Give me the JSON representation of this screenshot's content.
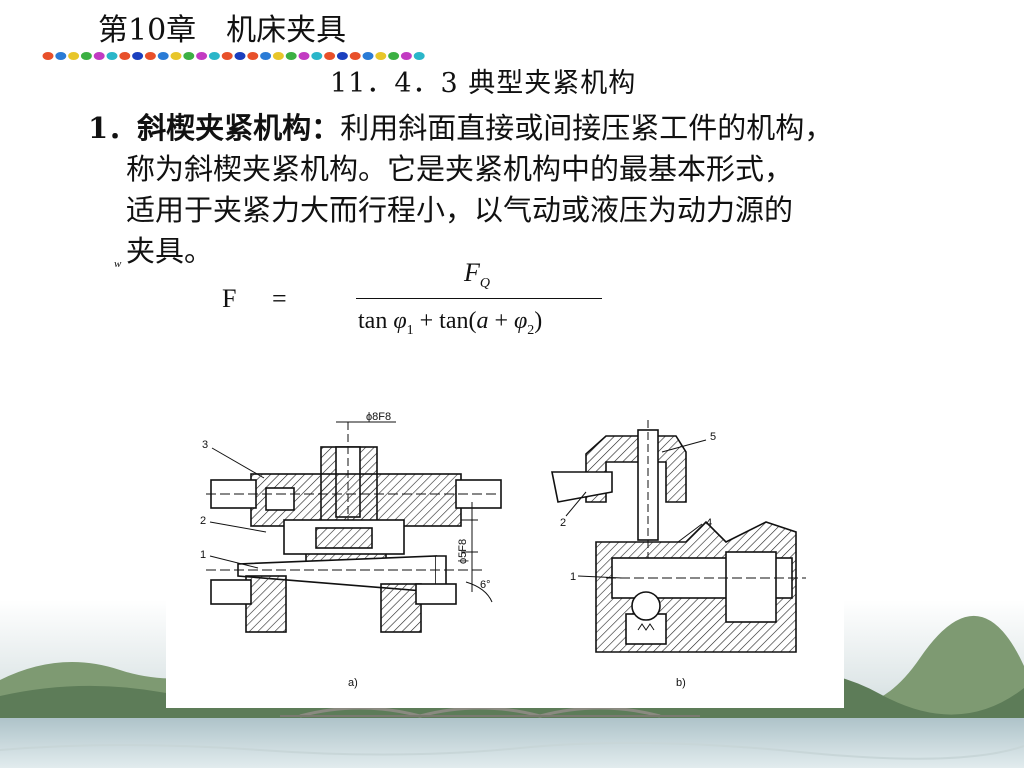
{
  "header": {
    "chapter": "第10章　机床夹具",
    "section_title": "11．4．3 典型夹紧机构"
  },
  "paragraph": {
    "heading": "1．斜楔夹紧机构：",
    "line1": "利用斜面直接或间接压紧工件的机构，",
    "line2": "称为斜楔夹紧机构。它是夹紧机构中的最基本形式，",
    "line3": "适用于夹紧力大而行程小，以气动或液压为动力源的",
    "line4": "夹具。"
  },
  "tiny_mark": "w",
  "formula": {
    "lhs": "F",
    "eq": "=",
    "num_main": "F",
    "num_sub": "Q",
    "den_a": "tan",
    "den_phi": "φ",
    "den_sub1": "1",
    "den_plus": " + tan(",
    "den_alpha": "a",
    "den_plus2": " + ",
    "den_phi2": "φ",
    "den_sub2": "2",
    "den_close": ")"
  },
  "figure": {
    "dim_top": "ϕ8F8",
    "dim_side": "ϕ5F8",
    "angle": "6°",
    "label_a": "a)",
    "label_b": "b)",
    "callouts_a": [
      "3",
      "2",
      "1"
    ],
    "callouts_b": [
      "5",
      "2",
      "4",
      "1"
    ]
  },
  "colors": {
    "dots": [
      "#e8502a",
      "#2a7bd6",
      "#e8c62a",
      "#3cb043",
      "#c23bc2",
      "#2ab6c9",
      "#e8502a",
      "#1a3fbf"
    ],
    "hatch": "#222222",
    "background_water": "#b8ccd2",
    "background_trees": "#6f8f64"
  }
}
